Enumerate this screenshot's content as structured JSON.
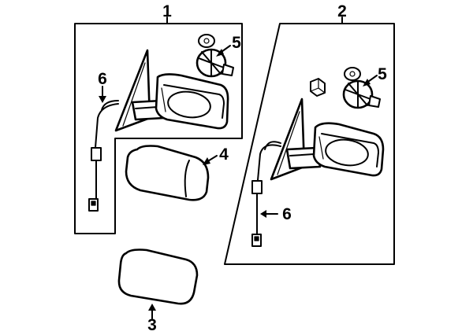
{
  "diagram": {
    "callouts": [
      {
        "id": "c1",
        "label": "1"
      },
      {
        "id": "c2",
        "label": "2"
      },
      {
        "id": "c3",
        "label": "3"
      },
      {
        "id": "c4",
        "label": "4"
      },
      {
        "id": "c5a",
        "label": "5"
      },
      {
        "id": "c5b",
        "label": "5"
      },
      {
        "id": "c6a",
        "label": "6"
      },
      {
        "id": "c6b",
        "label": "6"
      }
    ],
    "parts": [
      {
        "name": "left-mirror-assembly"
      },
      {
        "name": "right-mirror-assembly"
      },
      {
        "name": "mirror-glass"
      },
      {
        "name": "mirror-cover"
      },
      {
        "name": "mirror-motor"
      },
      {
        "name": "wiring-harness"
      }
    ],
    "colors": {
      "ink": "#000000",
      "paper": "#ffffff"
    }
  }
}
